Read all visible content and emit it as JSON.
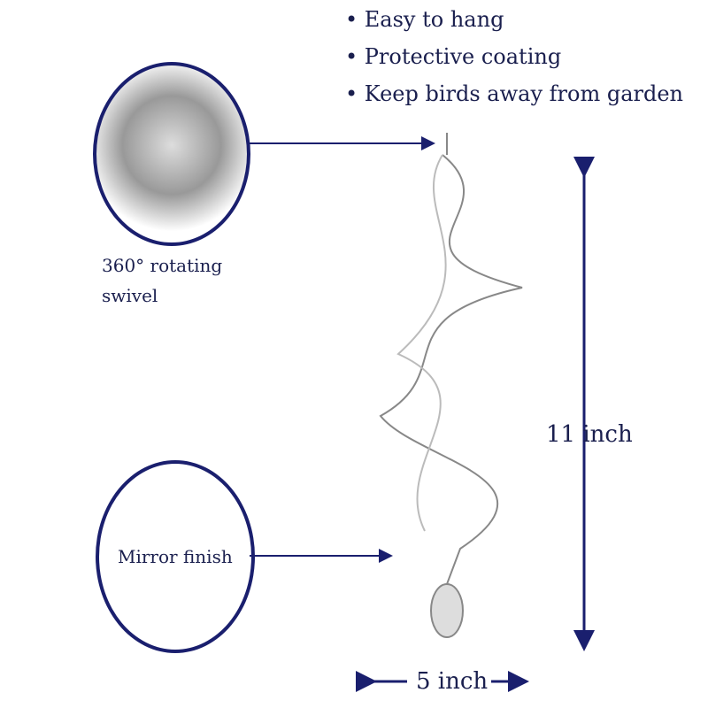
{
  "features": [
    "• Easy to hang",
    "• Protective coating",
    "• Keep birds away from garden"
  ],
  "swivel_label_1": "360° rotating",
  "swivel_label_2": "swivel",
  "mirror_label": "Mirror finish",
  "height_label": "11 inch",
  "width_label": "5 inch",
  "accent": "#1a1f6e"
}
